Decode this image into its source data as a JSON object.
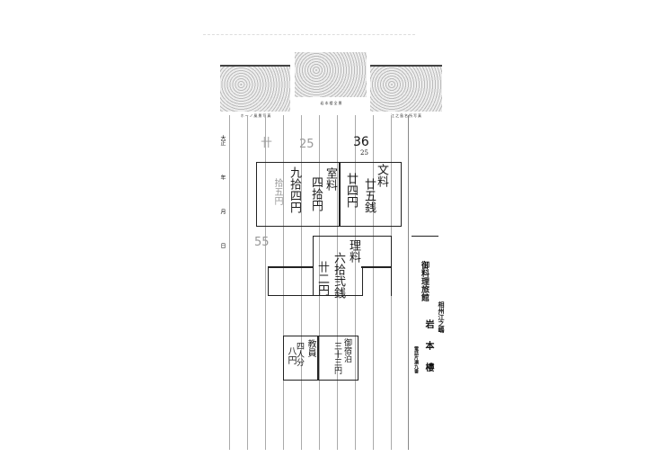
{
  "header": {
    "left_caption": "ホーノ風景写真",
    "center_caption": "岩本楼全景",
    "right_caption": "江之島名所写真"
  },
  "left_margin": {
    "era": "大正",
    "year": "年",
    "month": "月",
    "day": "日"
  },
  "letterhead": {
    "type": "御料理旅館",
    "place": "相州江之嶋",
    "name": "岩本樓",
    "phone": "電話片瀬九番"
  },
  "pencil_notes": [
    "卄",
    "25",
    "36",
    "25",
    "55"
  ],
  "boxes": [
    {
      "columns": [
        "文料",
        "廿五銭",
        "廿四円"
      ]
    },
    {
      "columns": [
        "室料",
        "四拾円",
        "拾五円",
        "九拾四円"
      ]
    },
    {
      "columns": [
        "理料",
        "六拾弐銭",
        "卄二円"
      ]
    },
    {
      "columns": [
        "御宿泊",
        "三十三円",
        "教員",
        "四人分",
        "八円"
      ]
    }
  ]
}
